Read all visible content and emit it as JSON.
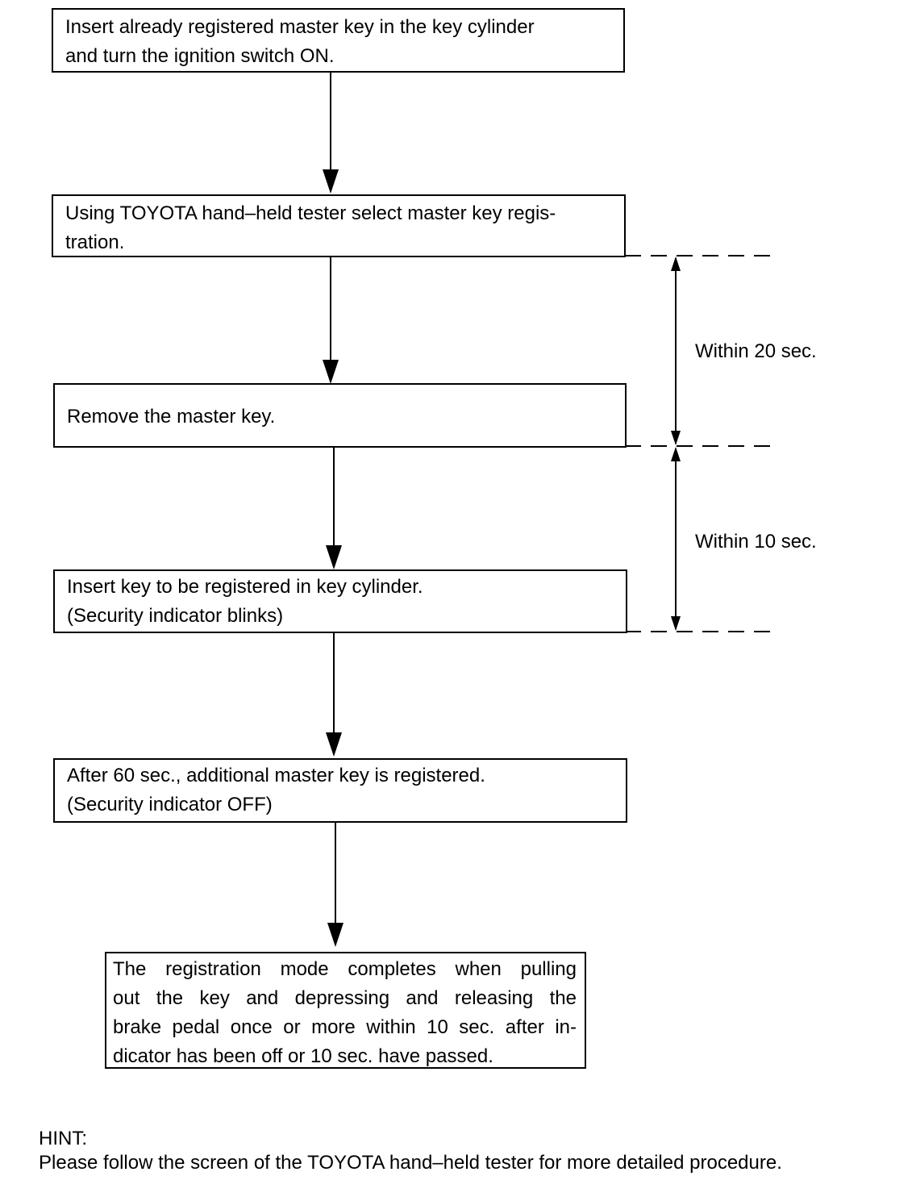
{
  "steps": [
    {
      "lines": [
        "Insert already registered master key in the key cylinder",
        "and turn the ignition switch ON."
      ]
    },
    {
      "lines": [
        "Using TOYOTA hand–held tester select master key regis-",
        "tration."
      ]
    },
    {
      "lines": [
        "Remove the master key."
      ]
    },
    {
      "lines": [
        "Insert key to be registered in key cylinder.",
        "(Security indicator blinks)"
      ]
    },
    {
      "lines": [
        "After 60 sec., additional master key is registered.",
        "(Security indicator OFF)"
      ]
    },
    {
      "lines": [
        "The registration mode completes when pulling",
        "out the key and depressing and releasing the",
        "brake pedal once or more within 10 sec. after in-",
        "dicator has been off or 10 sec. have passed."
      ]
    }
  ],
  "timing": {
    "within_20": "Within 20 sec.",
    "within_10": "Within 10 sec."
  },
  "hint": {
    "title": "HINT:",
    "text": "Please follow the screen of the TOYOTA hand–held tester for more detailed procedure."
  }
}
